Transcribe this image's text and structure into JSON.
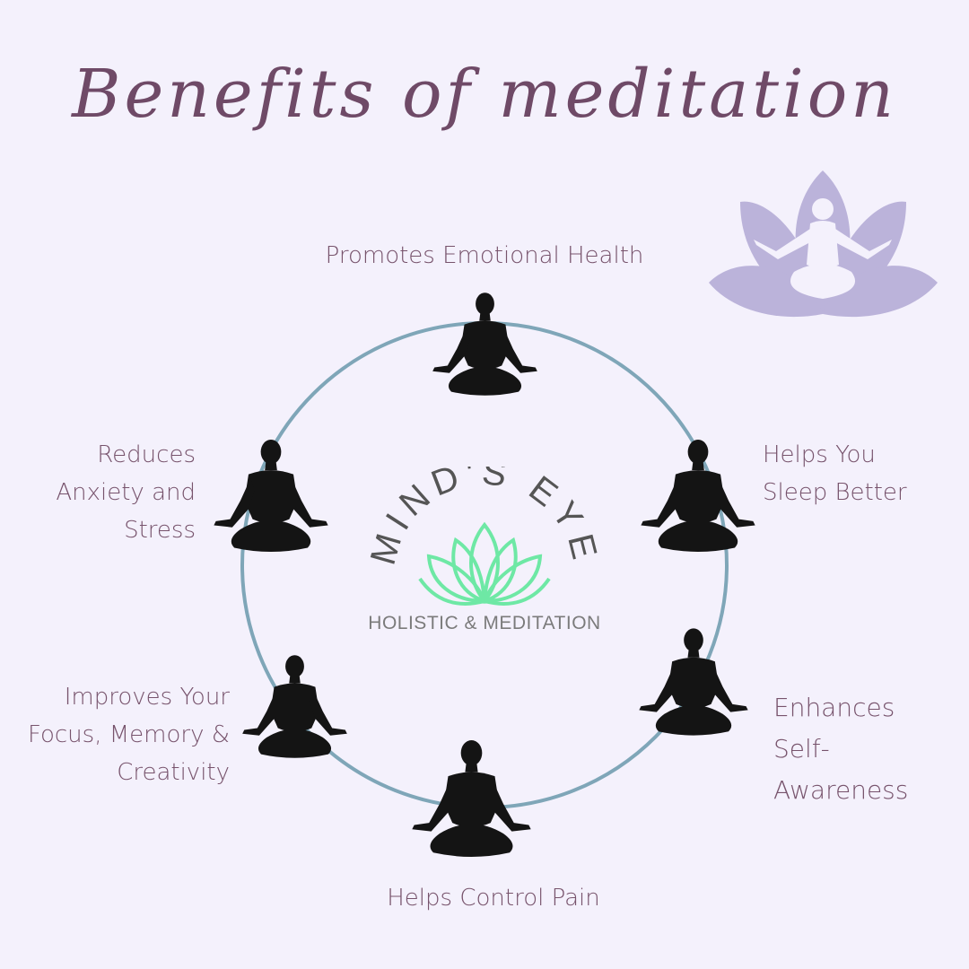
{
  "title": "Benefits of meditation",
  "brand": {
    "name": "MIND'S EYE",
    "tagline": "HOLISTIC & MEDITATION",
    "lotus_color": "#6ee8a5",
    "text_color": "#555555"
  },
  "colors": {
    "background": "#f4f1fc",
    "title": "#6f4a67",
    "label": "#77536c",
    "ring": "#7fa6b8",
    "figure": "#141414",
    "corner_lotus": "#bbb3da"
  },
  "icons": {
    "figure": "meditating-person-icon",
    "corner": "lotus-meditation-icon",
    "brand": "lotus-flower-icon"
  },
  "benefits": [
    {
      "id": "emotional",
      "lines": [
        "Promotes Emotional Health"
      ]
    },
    {
      "id": "sleep",
      "lines": [
        "Helps You",
        "Sleep Better"
      ]
    },
    {
      "id": "self-awareness",
      "lines": [
        "Enhances",
        "Self-",
        "Awareness"
      ]
    },
    {
      "id": "pain",
      "lines": [
        "Helps Control Pain"
      ]
    },
    {
      "id": "focus",
      "lines": [
        "Improves Your",
        "Focus, Memory &",
        "Creativity"
      ]
    },
    {
      "id": "anxiety",
      "lines": [
        "Reduces",
        "Anxiety and",
        "Stress"
      ]
    }
  ]
}
